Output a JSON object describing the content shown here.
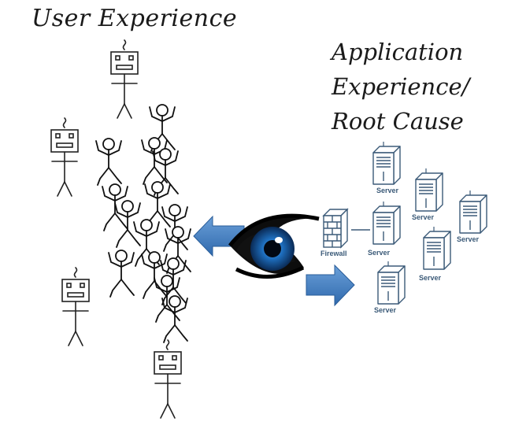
{
  "titles": {
    "user_experience": "User Experience",
    "app_line1": "Application",
    "app_line2": "Experience/",
    "app_line3": "Root Cause"
  },
  "network": {
    "firewall_label": "Firewall",
    "server_label": "Server"
  },
  "colors": {
    "arrow_blue": "#3f7fc4",
    "server_ink": "#3b5a78",
    "iris_blue": "#1e6fbf"
  }
}
